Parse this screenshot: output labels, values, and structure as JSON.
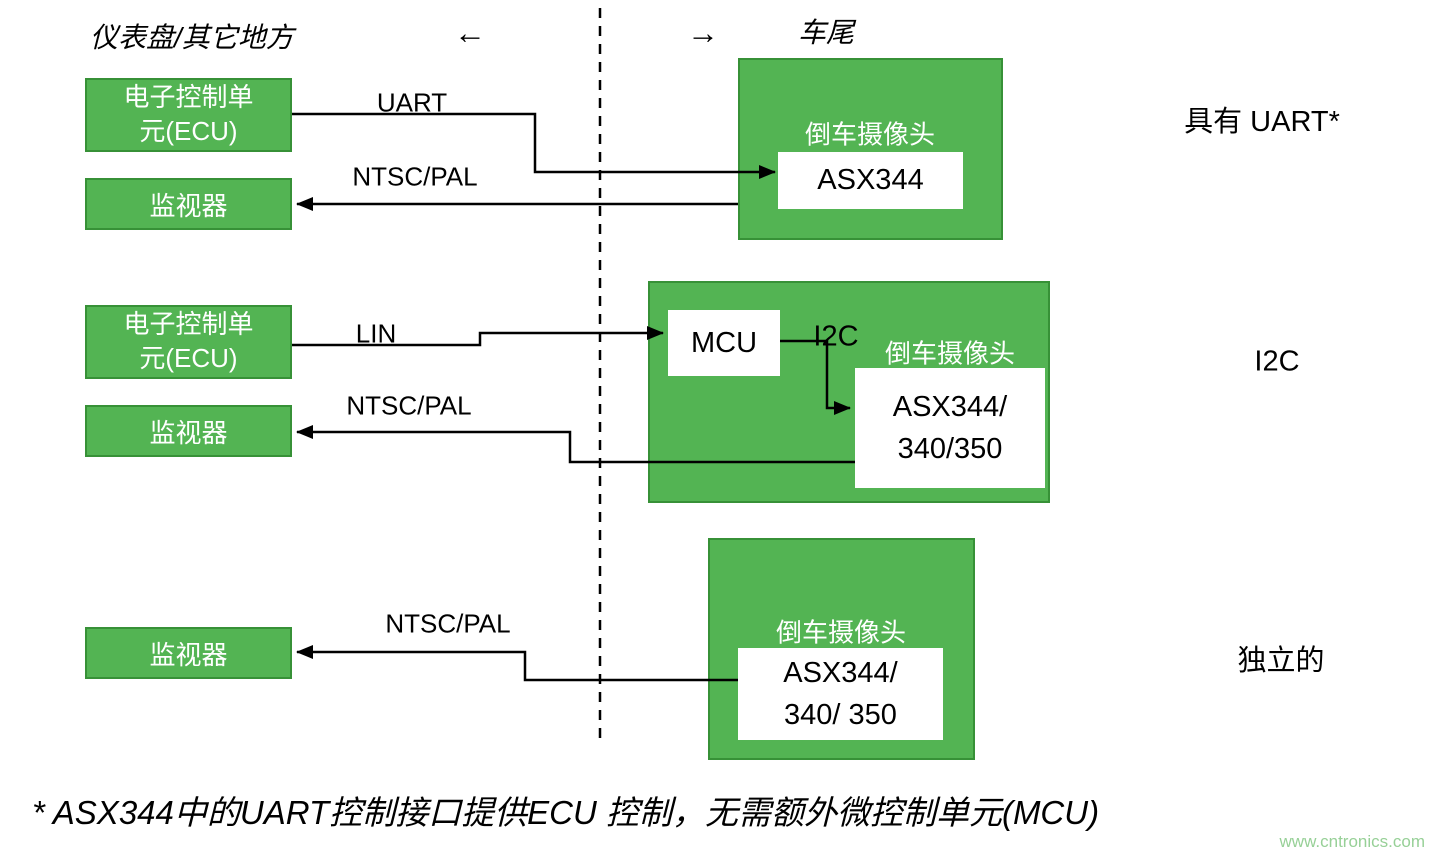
{
  "header": {
    "left_zone_label": "仪表盘/其它地方",
    "left_arrow": "←",
    "right_arrow": "→",
    "right_zone_label": "车尾"
  },
  "diagram1": {
    "ecu_label": "电子控制单\n元(ECU)",
    "monitor_label": "监视器",
    "uart_label": "UART",
    "ntsc_label": "NTSC/PAL",
    "camera_label": "倒车摄像头",
    "chip_label": "ASX344",
    "side_label": "具有 UART*"
  },
  "diagram2": {
    "ecu_label": "电子控制单\n元(ECU)",
    "monitor_label": "监视器",
    "lin_label": "LIN",
    "mcu_label": "MCU",
    "i2c_label": "I2C",
    "ntsc_label": "NTSC/PAL",
    "camera_label": "倒车摄像头",
    "chip_label": "ASX344/\n340/350",
    "side_label": "I2C"
  },
  "diagram3": {
    "monitor_label": "监视器",
    "ntsc_label": "NTSC/PAL",
    "camera_label": "倒车摄像头",
    "chip_label": "ASX344/\n340/ 350",
    "side_label": "独立的"
  },
  "footnote": "* ASX344中的UART控制接口提供ECU 控制，无需额外微控制单元(MCU)",
  "watermark": "www.cntronics.com",
  "colors": {
    "box_fill": "#53b453",
    "box_border": "#379137",
    "line": "#000000",
    "watermark": "#97d097"
  }
}
